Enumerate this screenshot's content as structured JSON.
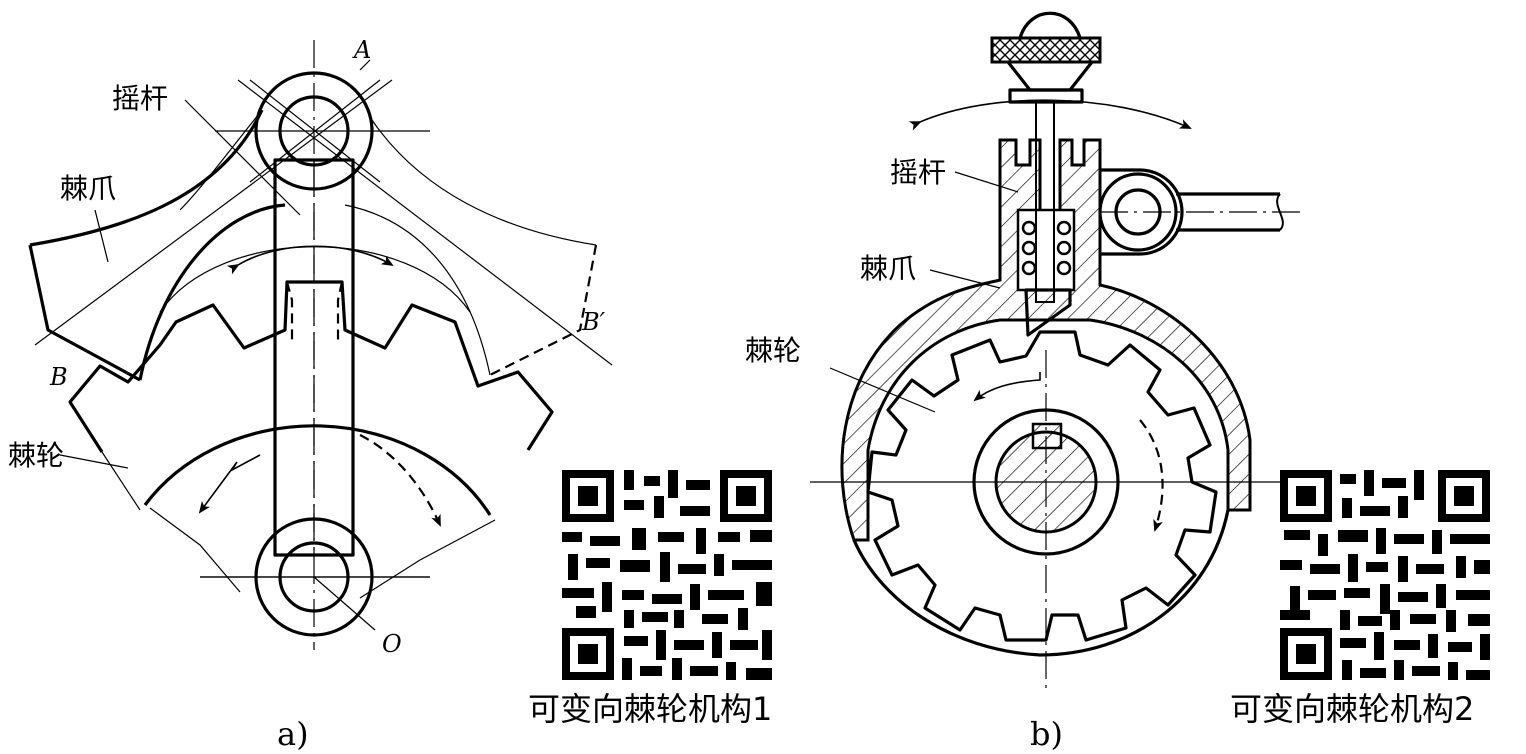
{
  "figure_a": {
    "caption": "a)",
    "labels": {
      "rocker": "摇杆",
      "pawl": "棘爪",
      "ratchet": "棘轮",
      "point_A": "A",
      "point_B": "B",
      "point_B_prime": "B′",
      "point_O": "O"
    },
    "qr_caption": "可变向棘轮机构1"
  },
  "figure_b": {
    "caption": "b)",
    "labels": {
      "rocker": "摇杆",
      "pawl": "棘爪",
      "ratchet": "棘轮"
    },
    "qr_caption": "可变向棘轮机构2"
  },
  "icons": [
    "qr-code-icon",
    "qr-code-icon"
  ]
}
